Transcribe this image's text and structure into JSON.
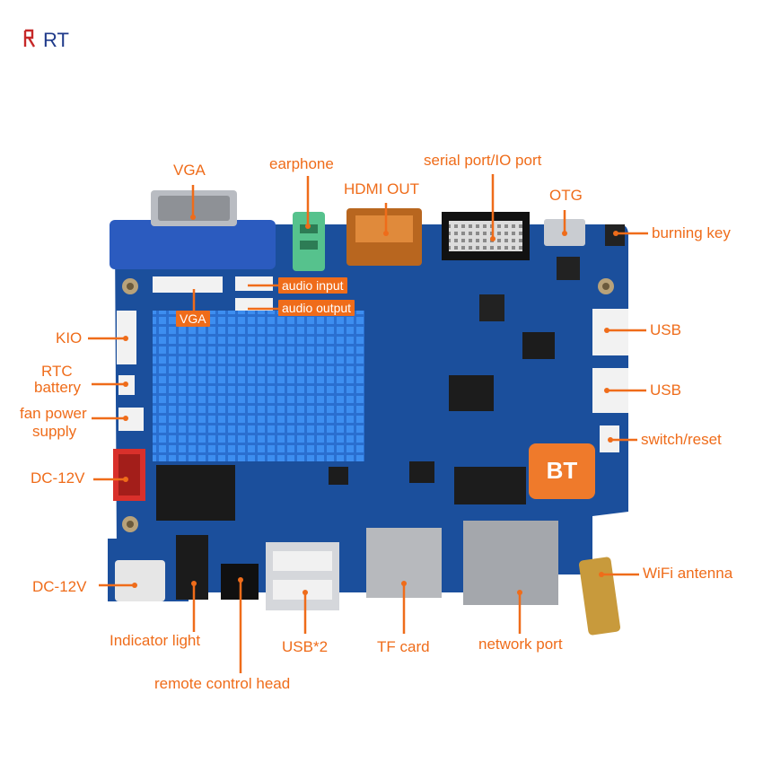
{
  "brand": {
    "logo_text": "RT",
    "color": "#1f3a8a",
    "accent": "#c62828"
  },
  "colors": {
    "label": "#ef6c1a",
    "board": "#1b4f9c",
    "heatsink": "#2f78d6"
  },
  "labels": {
    "vga": "VGA",
    "vga_header": "VGA",
    "earphone": "earphone",
    "hdmi_out": "HDMI OUT",
    "serial_io": "serial port/IO port",
    "otg": "OTG",
    "burning_key": "burning key",
    "audio_input": "audio input",
    "audio_output": "audio output",
    "kio": "KIO",
    "rtc_line1": "RTC",
    "rtc_line2": "battery",
    "fan_line1": "fan power",
    "fan_line2": "supply",
    "dc12v_upper": "DC-12V",
    "dc12v_lower": "DC-12V",
    "usb_upper": "USB",
    "usb_lower": "USB",
    "switch_reset": "switch/reset",
    "wifi_antenna": "WiFi antenna",
    "indicator_light": "Indicator light",
    "usb2": "USB*2",
    "tf_card": "TF card",
    "network_port": "network port",
    "remote_control_head": "remote control head",
    "bt_module": "BT"
  }
}
